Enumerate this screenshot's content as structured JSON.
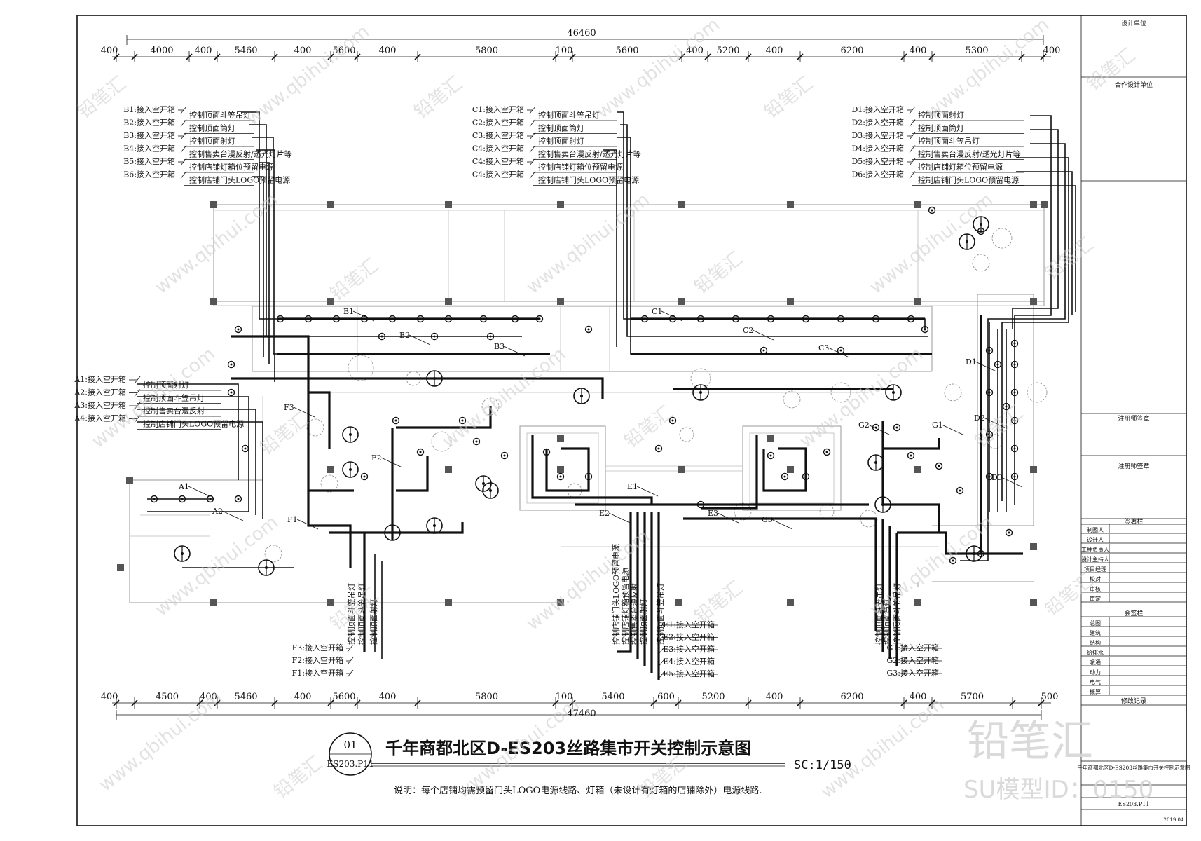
{
  "title": "千年商都北区D-ES203丝路集市开关控制示意图",
  "scale": "SC:1/150",
  "note": "说明：每个店铺均需预留门头LOGO电源线路、灯箱（未设计有灯箱的店铺除外）电源线路.",
  "badge": {
    "top": "01",
    "bottom": "ES203.P11"
  },
  "watermark": {
    "logo": "铅笔汇",
    "sub": "SU模型ID：0150",
    "url": "www.qbihui.com"
  },
  "dimensions": {
    "top_total": "46460",
    "top": [
      "400",
      "4000",
      "400",
      "5460",
      "400",
      "5600",
      "400",
      "5800",
      "100",
      "5600",
      "400",
      "5200",
      "400",
      "6200",
      "400",
      "5300",
      "400"
    ],
    "bottom_total": "47460",
    "bottom": [
      "400",
      "4500",
      "400",
      "5460",
      "400",
      "5600",
      "400",
      "5800",
      "100",
      "5400",
      "600",
      "5200",
      "400",
      "6200",
      "400",
      "5700",
      "500"
    ]
  },
  "groups": {
    "B": [
      {
        "id": "B1:接入空开箱",
        "desc": "控制顶面斗笠吊灯"
      },
      {
        "id": "B2:接入空开箱",
        "desc": "控制顶面筒灯"
      },
      {
        "id": "B3:接入空开箱",
        "desc": "控制顶面射灯"
      },
      {
        "id": "B4:接入空开箱",
        "desc": "控制售卖台漫反射/透光灯片等"
      },
      {
        "id": "B5:接入空开箱",
        "desc": "控制店铺灯箱位预留电源"
      },
      {
        "id": "B6:接入空开箱",
        "desc": "控制店铺门头LOGO预留电源"
      }
    ],
    "C": [
      {
        "id": "C1:接入空开箱",
        "desc": "控制顶面斗笠吊灯"
      },
      {
        "id": "C2:接入空开箱",
        "desc": "控制顶面筒灯"
      },
      {
        "id": "C3:接入空开箱",
        "desc": "控制顶面射灯"
      },
      {
        "id": "C4:接入空开箱",
        "desc": "控制售卖台漫反射/透光灯片等"
      },
      {
        "id": "C4:接入空开箱",
        "desc": "控制店铺灯箱位预留电源"
      },
      {
        "id": "C4:接入空开箱",
        "desc": "控制店铺门头LOGO预留电源"
      }
    ],
    "D": [
      {
        "id": "D1:接入空开箱",
        "desc": "控制顶面射灯"
      },
      {
        "id": "D2:接入空开箱",
        "desc": "控制顶面筒灯"
      },
      {
        "id": "D3:接入空开箱",
        "desc": "控制顶面斗笠吊灯"
      },
      {
        "id": "D4:接入空开箱",
        "desc": "控制售卖台漫反射/透光灯片等"
      },
      {
        "id": "D5:接入空开箱",
        "desc": "控制店铺灯箱位预留电源"
      },
      {
        "id": "D6:接入空开箱",
        "desc": "控制店铺门头LOGO预留电源"
      }
    ],
    "A": [
      {
        "id": "A1:接入空开箱",
        "desc": "控制顶面射灯"
      },
      {
        "id": "A2:接入空开箱",
        "desc": "控制顶面斗笠吊灯"
      },
      {
        "id": "A3:接入空开箱",
        "desc": "控制售卖台漫反射"
      },
      {
        "id": "A4:接入空开箱",
        "desc": "控制店铺门头LOGO预留电源"
      }
    ],
    "F": [
      {
        "id": "F3:接入空开箱"
      },
      {
        "id": "F2:接入空开箱"
      },
      {
        "id": "F1:接入空开箱"
      }
    ],
    "F_vertical": [
      "控制顶面斗笠吊灯",
      "控制顶面斗笠吊灯",
      "控制顶面射灯"
    ],
    "E": [
      {
        "id": "E1:接入空开箱"
      },
      {
        "id": "E2:接入空开箱"
      },
      {
        "id": "E3:接入空开箱"
      },
      {
        "id": "E4:接入空开箱"
      },
      {
        "id": "E5:接入空开箱"
      }
    ],
    "E_vertical": [
      "控制店铺门头LOGO预留电源",
      "控制店铺灯箱预留电源",
      "控制售卖台漫反射",
      "控制顶面射灯",
      "控制顶面斗笠吊灯"
    ],
    "G": [
      {
        "id": "G1:接入空开箱"
      },
      {
        "id": "G2:接入空开箱"
      },
      {
        "id": "G3:接入空开箱"
      }
    ],
    "G_vertical": [
      "控制顶面斗笠吊灯",
      "控制顶面筒灯",
      "控制顶面斗笠吊灯"
    ]
  },
  "circuit_tags": [
    "B1",
    "B2",
    "B3",
    "C1",
    "C2",
    "C3",
    "D1",
    "D2",
    "D3",
    "A1",
    "A2",
    "F1",
    "F2",
    "F3",
    "E1",
    "E2",
    "E3",
    "G1",
    "G2",
    "G3"
  ],
  "title_block": {
    "rows_top": [
      "设计单位",
      "合作设计单位",
      "注册师签章",
      "注册师签章"
    ],
    "sign_header": "签署栏",
    "sign_rows": [
      "制图人",
      "设计人",
      "工种负责人",
      "设计主持人",
      "项目经理",
      "校对",
      "审核",
      "审定"
    ],
    "meet_header": "会签栏",
    "meet_rows": [
      "总图",
      "建筑",
      "结构",
      "给排水",
      "暖通",
      "动力",
      "电气",
      "概算"
    ],
    "revise_header": "修改记录",
    "project": "千年商都北区D-ES203丝路集市开关控制示意图",
    "drawing_no": "ES203.P11",
    "date": "2019.04"
  }
}
